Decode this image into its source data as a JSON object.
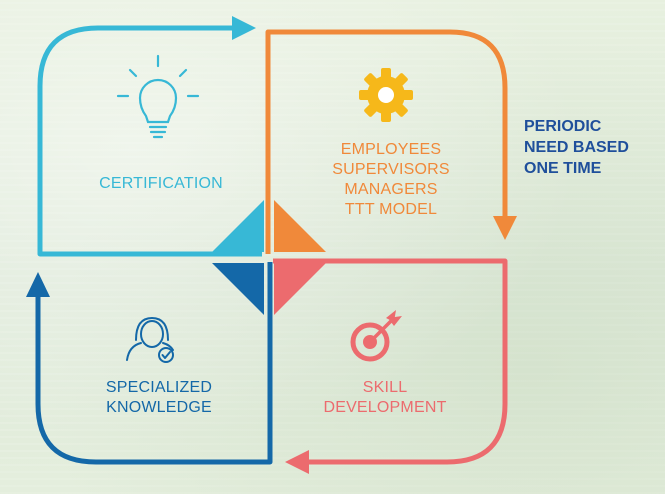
{
  "quadrants": {
    "certification": {
      "label": "CERTIFICATION",
      "color": "#37b8d6",
      "icon": "lightbulb-icon"
    },
    "employees": {
      "lines": [
        "EMPLOYEES",
        "SUPERVISORS",
        "MANAGERS",
        "TTT MODEL"
      ],
      "color": "#f0893a",
      "icon": "gear-icon"
    },
    "skill": {
      "lines": [
        "SKILL",
        "DEVELOPMENT"
      ],
      "color": "#ec6b6e",
      "icon": "target-icon"
    },
    "specialized": {
      "lines": [
        "SPECIALIZED",
        "KNOWLEDGE"
      ],
      "color": "#1468a8",
      "icon": "user-check-icon"
    }
  },
  "frequency": {
    "lines": [
      "PERIODIC",
      "NEED BASED",
      "ONE TIME"
    ],
    "color": "#1f4f9b"
  }
}
